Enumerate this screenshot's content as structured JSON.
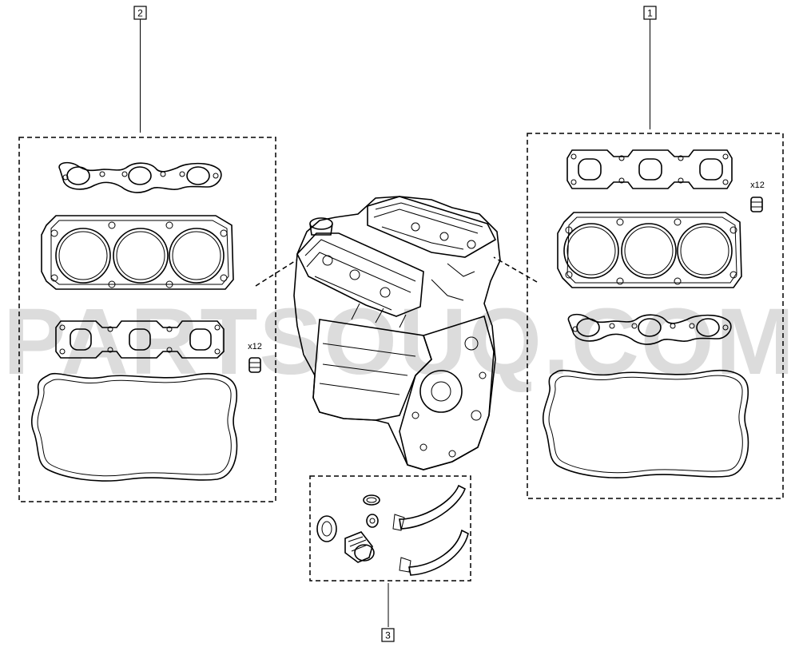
{
  "watermark": "PARTSOUQ.COM",
  "callouts": [
    {
      "id": "1",
      "label": "1"
    },
    {
      "id": "2",
      "label": "2"
    },
    {
      "id": "3",
      "label": "3"
    }
  ],
  "kits": {
    "left": {
      "callout": "2",
      "quantity_label": "x12"
    },
    "right": {
      "callout": "1",
      "quantity_label": "x12"
    },
    "bottom": {
      "callout": "3"
    }
  }
}
